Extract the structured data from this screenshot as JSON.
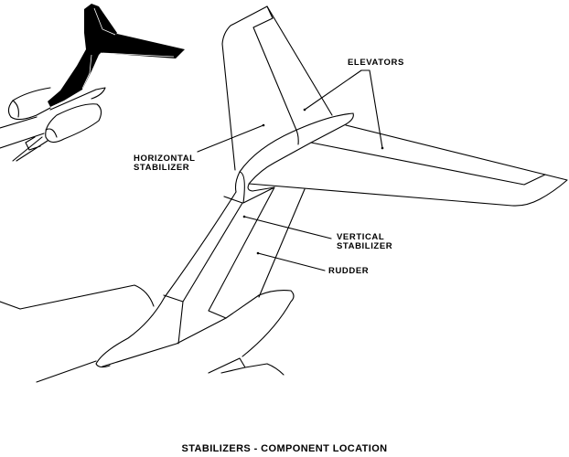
{
  "diagram": {
    "title": "STABILIZERS - COMPONENT LOCATION",
    "labels": {
      "elevators": "ELEVATORS",
      "horizontal_stabilizer": [
        "HORIZONTAL",
        "STABILIZER"
      ],
      "vertical_stabilizer": [
        "VERTICAL",
        "STABILIZER"
      ],
      "rudder": "RUDDER"
    }
  }
}
